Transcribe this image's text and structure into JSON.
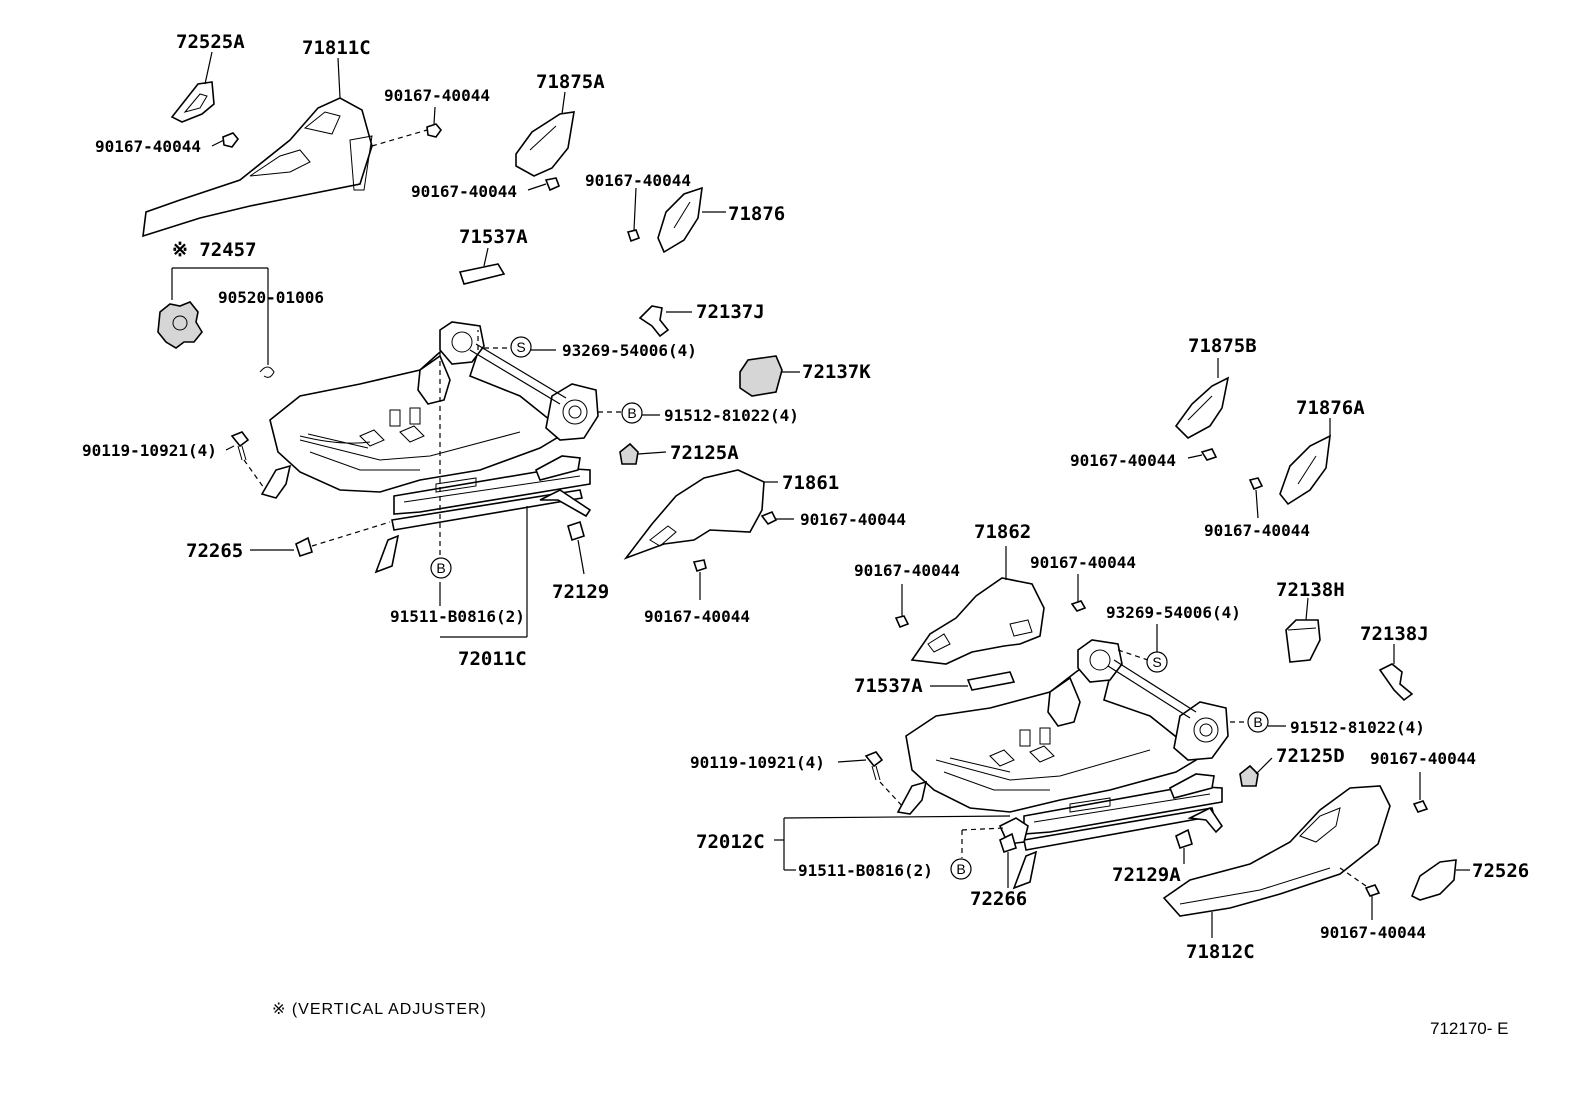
{
  "labels": {
    "p72525A": "72525A",
    "p71811C": "71811C",
    "b1": "90167-40044",
    "b2": "90167-40044",
    "p71875A": "71875A",
    "b3": "90167-40044",
    "b4": "90167-40044",
    "p71876": "71876",
    "p71537A_1": "71537A",
    "p72457": "※ 72457",
    "p90520": "90520-01006",
    "p72137J": "72137J",
    "p93269_1": "93269-54006(4)",
    "p72137K": "72137K",
    "p91512_1": "91512-81022(4)",
    "p90119_1": "90119-10921(4)",
    "p72125A": "72125A",
    "p71861": "71861",
    "b5": "90167-40044",
    "p72265": "72265",
    "p72129": "72129",
    "b6": "90167-40044",
    "p91511_1": "91511-B0816(2)",
    "p72011C": "72011C",
    "p71875B": "71875B",
    "p71876A": "71876A",
    "b7": "90167-40044",
    "b8": "90167-40044",
    "p71862": "71862",
    "b9": "90167-40044",
    "b10": "90167-40044",
    "p93269_2": "93269-54006(4)",
    "p72138H": "72138H",
    "p72138J": "72138J",
    "p71537A_2": "71537A",
    "p91512_2": "91512-81022(4)",
    "p90119_2": "90119-10921(4)",
    "p72125D": "72125D",
    "b11": "90167-40044",
    "p72012C": "72012C",
    "p91511_2": "91511-B0816(2)",
    "p72129A": "72129A",
    "p72526": "72526",
    "p72266": "72266",
    "b12": "90167-40044",
    "p71812C": "71812C"
  },
  "markers": {
    "s": "S",
    "b": "B"
  },
  "footnote": "※ (VERTICAL  ADJUSTER)",
  "diagram_code": "712170- E"
}
